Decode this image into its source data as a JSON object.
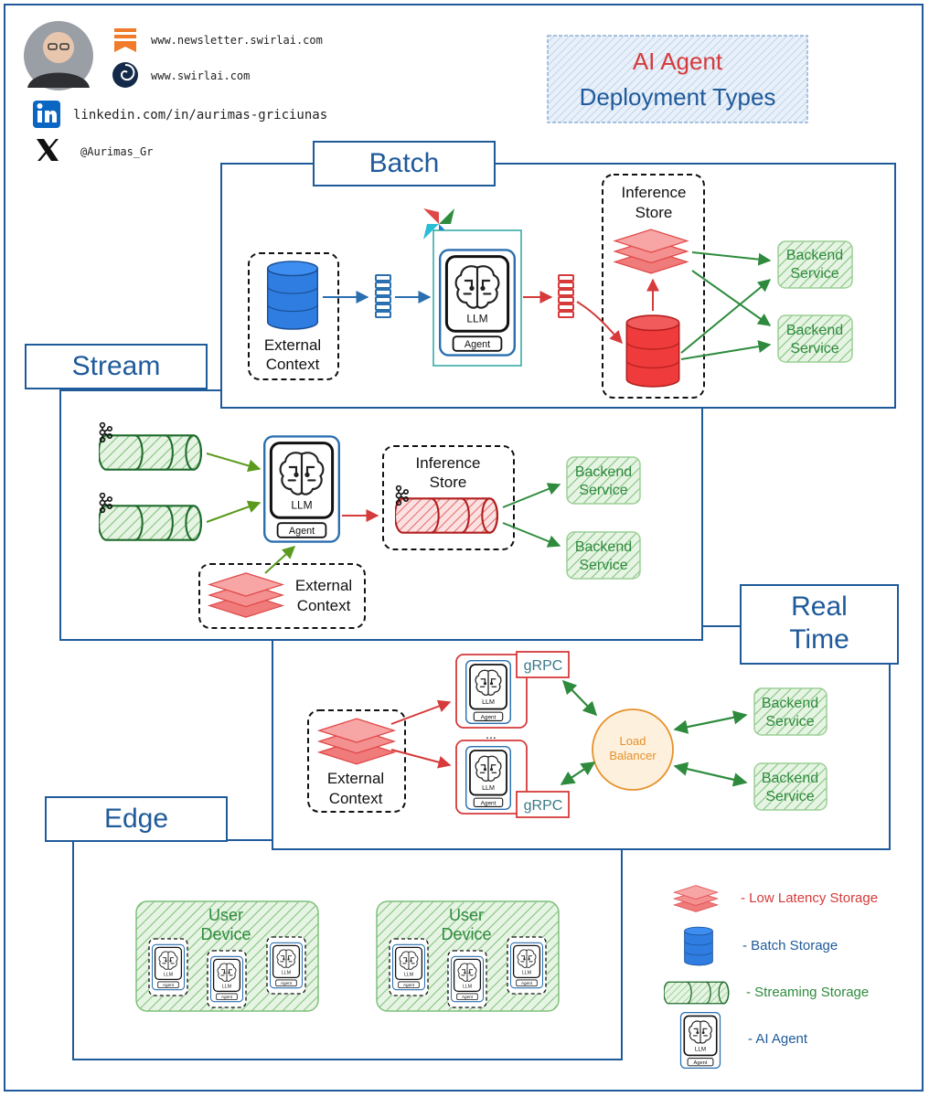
{
  "author": {
    "newsletter": "www.newsletter.swirlai.com",
    "website": "www.swirlai.com",
    "linkedin": "linkedin.com/in/aurimas-griciunas",
    "x_handle": "@Aurimas_Gr"
  },
  "title": {
    "line1": "AI Agent",
    "line2": "Deployment Types"
  },
  "sections": {
    "batch": "Batch",
    "stream": "Stream",
    "realtime_line1": "Real",
    "realtime_line2": "Time",
    "edge": "Edge"
  },
  "labels": {
    "external": "External",
    "context": "Context",
    "inference": "Inference",
    "store": "Store",
    "backend": "Backend",
    "service": "Service",
    "llm": "LLM",
    "agent": "Agent",
    "grpc": "gRPC",
    "load": "Load",
    "balancer": "Balancer",
    "user": "User",
    "device": "Device",
    "ellipsis": "..."
  },
  "legend": {
    "low_latency": "- Low Latency Storage",
    "batch": "- Batch Storage",
    "streaming": "- Streaming Storage",
    "agent": "- AI Agent"
  },
  "colors": {
    "blue": "#1f5a9a",
    "red": "#d63a3a",
    "green": "#2e8b3d",
    "orange": "#e6912b"
  }
}
